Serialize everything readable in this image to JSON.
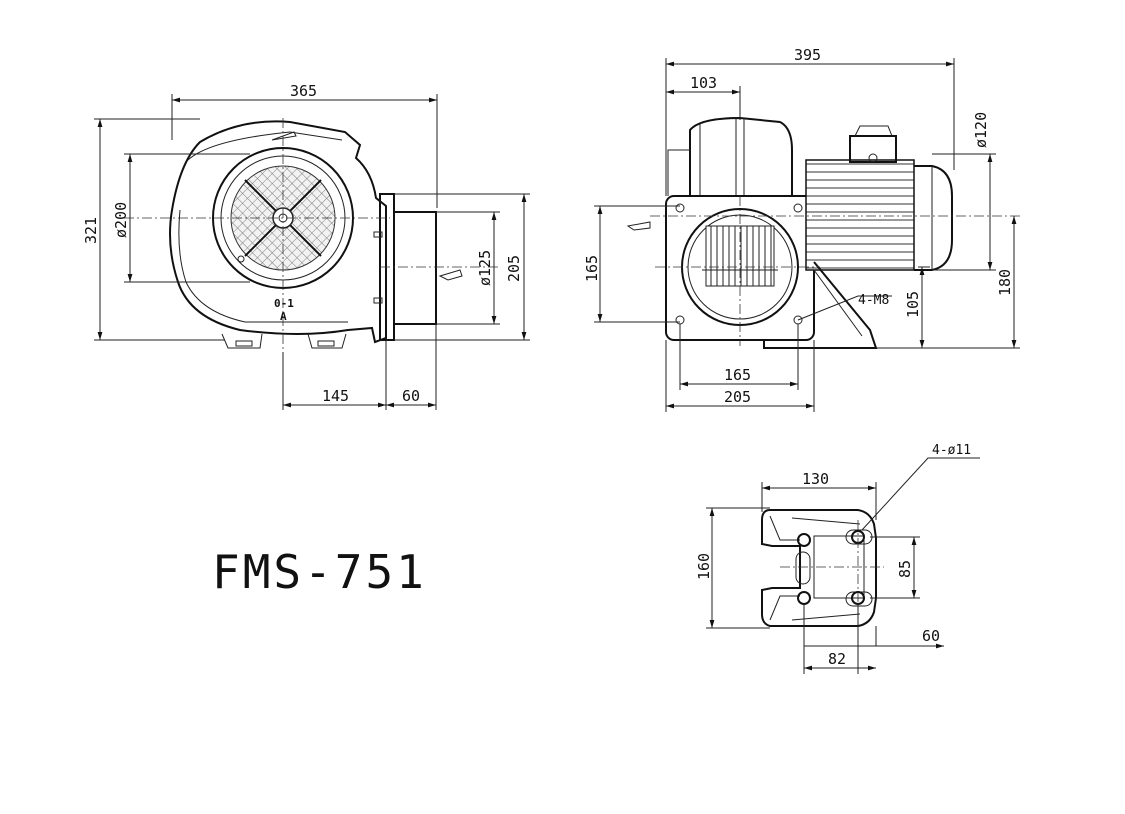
{
  "model": {
    "name": "FMS-751"
  },
  "front_view": {
    "dim_width": "365",
    "dim_height": "321",
    "dim_inlet_dia": "ø200",
    "dim_outlet_dia": "ø125",
    "dim_outlet_height": "205",
    "dim_offset": "145",
    "dim_flange": "60",
    "rating_label": "0-1",
    "rating_sub": "A"
  },
  "side_view": {
    "dim_total_length": "395",
    "dim_housing_depth": "103",
    "dim_motor_dia": "ø120",
    "dim_flange_height": "165",
    "dim_hole_label": "4-M8",
    "dim_base_height": "105",
    "dim_center_height": "180",
    "dim_bolt_spacing": "165",
    "dim_flange_width": "205"
  },
  "base_view": {
    "dim_hole_label": "4-ø11",
    "dim_width": "130",
    "dim_depth": "160",
    "dim_hole_spacing_v": "85",
    "dim_hole_spacing_h": "82",
    "dim_edge": "60"
  }
}
